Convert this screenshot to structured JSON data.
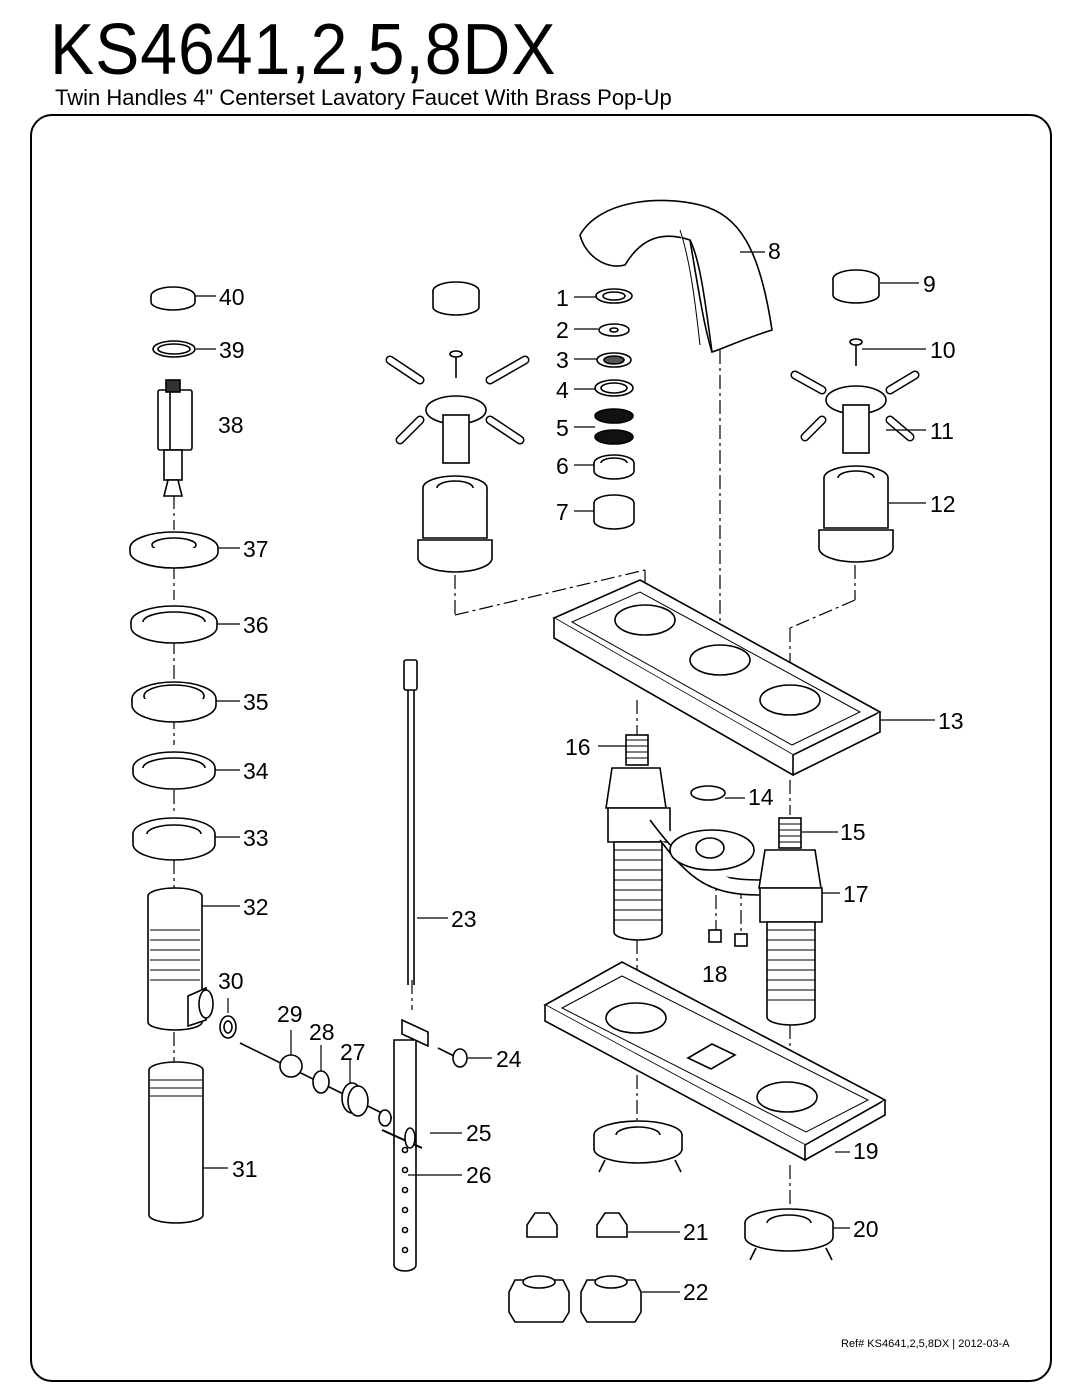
{
  "header": {
    "model": "KS4641,2,5,8DX",
    "description": "Twin Handles 4\" Centerset Lavatory Faucet With Brass Pop-Up"
  },
  "footer": {
    "ref": "Ref# KS4641,2,5,8DX | 2012-03-A"
  },
  "parts": [
    {
      "n": "1"
    },
    {
      "n": "2"
    },
    {
      "n": "3"
    },
    {
      "n": "4"
    },
    {
      "n": "5"
    },
    {
      "n": "6"
    },
    {
      "n": "7"
    },
    {
      "n": "8"
    },
    {
      "n": "9"
    },
    {
      "n": "10"
    },
    {
      "n": "11"
    },
    {
      "n": "12"
    },
    {
      "n": "13"
    },
    {
      "n": "14"
    },
    {
      "n": "15"
    },
    {
      "n": "16"
    },
    {
      "n": "17"
    },
    {
      "n": "18"
    },
    {
      "n": "19"
    },
    {
      "n": "20"
    },
    {
      "n": "21"
    },
    {
      "n": "22"
    },
    {
      "n": "23"
    },
    {
      "n": "24"
    },
    {
      "n": "25"
    },
    {
      "n": "26"
    },
    {
      "n": "27"
    },
    {
      "n": "28"
    },
    {
      "n": "29"
    },
    {
      "n": "30"
    },
    {
      "n": "31"
    },
    {
      "n": "32"
    },
    {
      "n": "33"
    },
    {
      "n": "34"
    },
    {
      "n": "35"
    },
    {
      "n": "36"
    },
    {
      "n": "37"
    },
    {
      "n": "38"
    },
    {
      "n": "39"
    },
    {
      "n": "40"
    }
  ]
}
